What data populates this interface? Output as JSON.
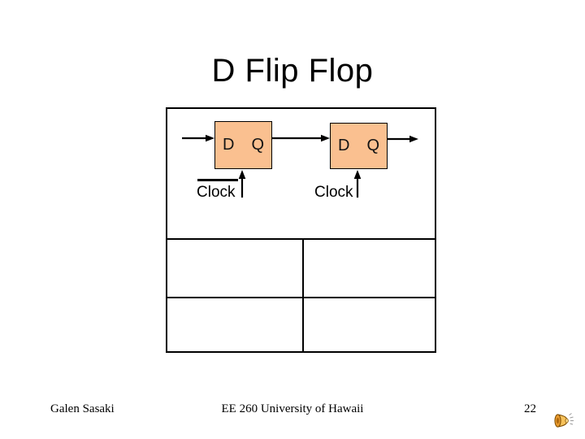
{
  "slide": {
    "title": "D Flip Flop",
    "diagram": {
      "flipflops": [
        {
          "d_label": "D",
          "q_label": "Q",
          "clock_label": "Clock",
          "clock_inverted": true
        },
        {
          "d_label": "D",
          "q_label": "Q",
          "clock_label": "Clock",
          "clock_inverted": false
        }
      ],
      "colors": {
        "flipflop_fill": "#FAC090",
        "wire": "#000000",
        "box_border": "#000000"
      }
    },
    "table": {
      "rows": 2,
      "columns": 2,
      "cells": [
        [
          "",
          ""
        ],
        [
          "",
          ""
        ]
      ]
    },
    "footer": {
      "author": "Galen Sasaki",
      "course": "EE 260 University of Hawaii",
      "page_number": "22"
    },
    "icons": [
      {
        "name": "speaker-icon",
        "body_color": "#F2A73D",
        "outline_color": "#7A4A00"
      }
    ]
  }
}
